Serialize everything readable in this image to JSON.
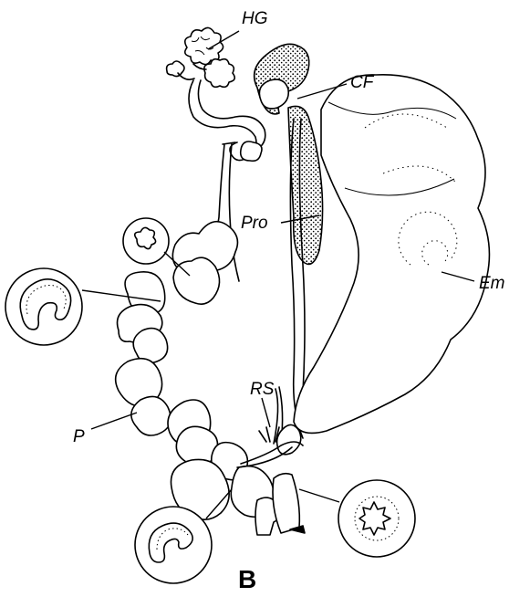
{
  "labels": {
    "hg": "HG",
    "cf": "CF",
    "pro": "Pro",
    "em": "Em",
    "rs": "RS",
    "p": "P",
    "panel": "B"
  }
}
